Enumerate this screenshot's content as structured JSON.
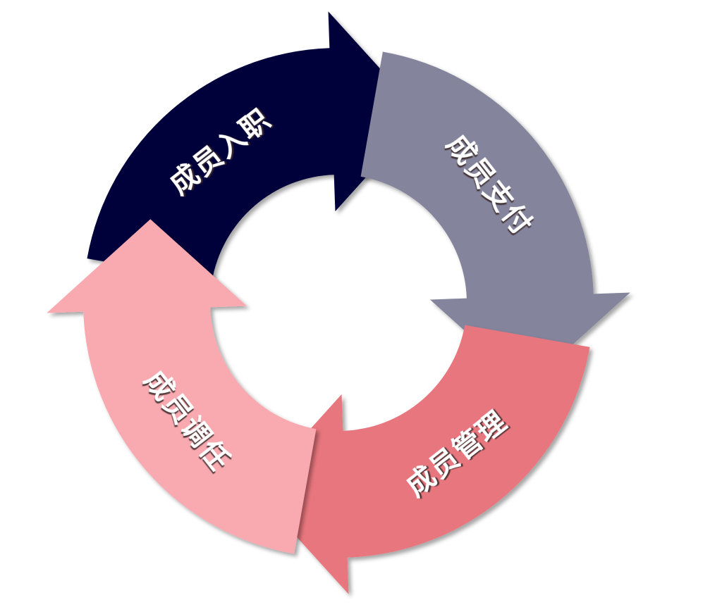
{
  "diagram": {
    "type": "cycle",
    "steps": [
      {
        "label": "成员入职",
        "color": "#05053a"
      },
      {
        "label": "成员支付",
        "color": "#84849c"
      },
      {
        "label": "成员管理",
        "color": "#e8767e"
      },
      {
        "label": "成员调任",
        "color": "#f9a9b0"
      }
    ]
  }
}
